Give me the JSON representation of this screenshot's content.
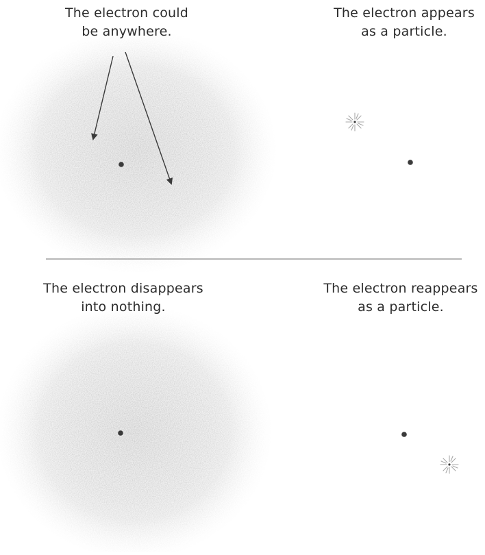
{
  "panels": {
    "top_left": {
      "caption": "The electron could\nbe anywhere."
    },
    "top_right": {
      "caption": "The electron appears\nas a particle."
    },
    "bottom_left": {
      "caption": "The electron disappears\ninto nothing."
    },
    "bottom_right": {
      "caption": "The electron reappears\nas a particle."
    }
  },
  "colors": {
    "text": "#2c2c2c",
    "cloud": "#8a8a8a",
    "electron_dot": "#3a3a3a",
    "flash": "#a8a8a8",
    "divider": "#8c8c8c",
    "background": "#ffffff"
  },
  "icons": {
    "flash": "starburst-icon",
    "electron": "dot-icon",
    "arrow": "arrow-icon"
  }
}
